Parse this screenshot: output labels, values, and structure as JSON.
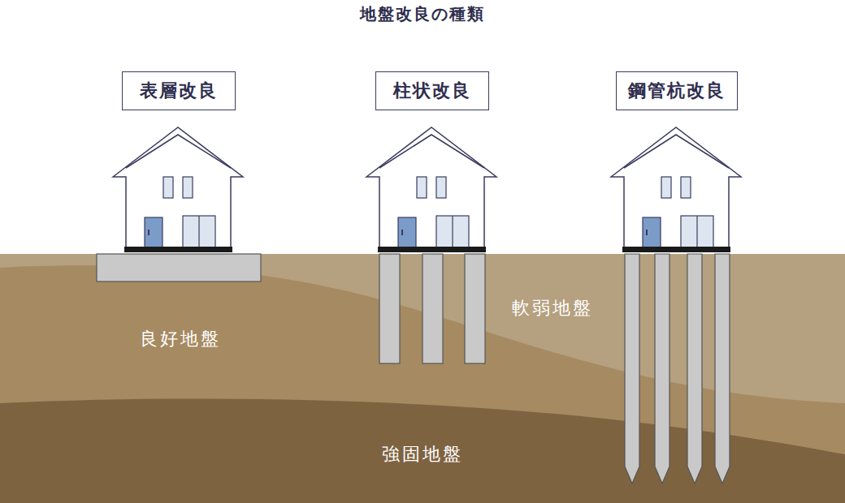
{
  "diagram": {
    "title": "地盤改良の種類",
    "nodes": [
      {
        "text": [
          "表層改良"
        ]
      },
      {
        "text": [
          "柱状改良"
        ]
      },
      {
        "text": [
          "鋼管杭改良"
        ]
      }
    ],
    "labels": [
      "良好地盤",
      "軟弱地盤",
      "強固地盤"
    ]
  }
}
